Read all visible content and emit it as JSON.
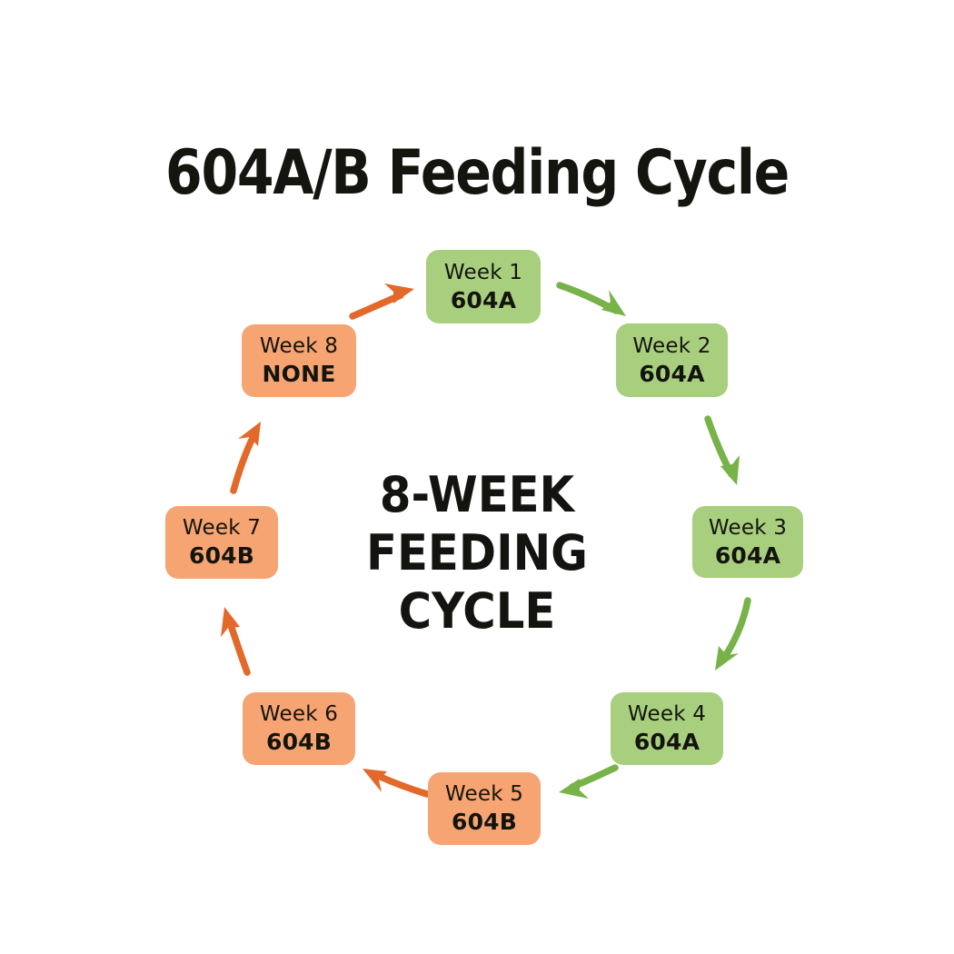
{
  "title": "604A/B Feeding Cycle",
  "center": {
    "line1": "8-WEEK",
    "line2": "FEEDING",
    "line3": "CYCLE"
  },
  "colors": {
    "green": "#a8cf7e",
    "orange": "#f5a472",
    "green_arrow": "#77b348",
    "orange_arrow": "#e2692a",
    "text": "#14140f",
    "background": "#ffffff"
  },
  "cycle": {
    "weeks": [
      {
        "label": "Week 1",
        "product": "604A",
        "color": "#a8cf7e",
        "type": "green"
      },
      {
        "label": "Week 2",
        "product": "604A",
        "color": "#a8cf7e",
        "type": "green"
      },
      {
        "label": "Week 3",
        "product": "604A",
        "color": "#a8cf7e",
        "type": "green"
      },
      {
        "label": "Week 4",
        "product": "604A",
        "color": "#a8cf7e",
        "type": "green"
      },
      {
        "label": "Week 5",
        "product": "604B",
        "color": "#f5a472",
        "type": "orange"
      },
      {
        "label": "Week 6",
        "product": "604B",
        "color": "#f5a472",
        "type": "orange"
      },
      {
        "label": "Week 7",
        "product": "604B",
        "color": "#f5a472",
        "type": "orange"
      },
      {
        "label": "Week 8",
        "product": "NONE",
        "color": "#f5a472",
        "type": "orange"
      }
    ],
    "transitions": [
      {
        "from": "Week 1",
        "to": "Week 2",
        "color": "#77b348"
      },
      {
        "from": "Week 2",
        "to": "Week 3",
        "color": "#77b348"
      },
      {
        "from": "Week 3",
        "to": "Week 4",
        "color": "#77b348"
      },
      {
        "from": "Week 4",
        "to": "Week 5",
        "color": "#77b348"
      },
      {
        "from": "Week 5",
        "to": "Week 6",
        "color": "#e2692a"
      },
      {
        "from": "Week 6",
        "to": "Week 7",
        "color": "#e2692a"
      },
      {
        "from": "Week 7",
        "to": "Week 8",
        "color": "#e2692a"
      },
      {
        "from": "Week 8",
        "to": "Week 1",
        "color": "#e2692a"
      }
    ]
  }
}
